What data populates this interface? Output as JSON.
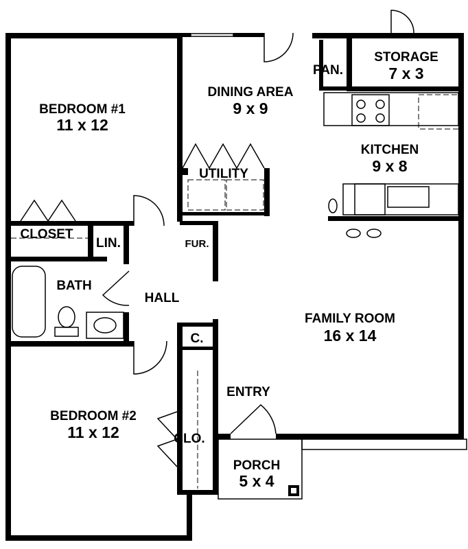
{
  "plan": {
    "rooms": {
      "bedroom1": {
        "name": "BEDROOM #1",
        "size": "11 x 12"
      },
      "dining": {
        "name": "DINING AREA",
        "size": "9 x 9"
      },
      "pantry": {
        "name": "PAN."
      },
      "storage": {
        "name": "STORAGE",
        "size": "7 x 3"
      },
      "kitchen": {
        "name": "KITCHEN",
        "size": "9 x 8"
      },
      "utility": {
        "name": "UTILITY"
      },
      "closet": {
        "name": "CLOSET"
      },
      "linen": {
        "name": "LIN."
      },
      "furnace": {
        "name": "FUR."
      },
      "bath": {
        "name": "BATH"
      },
      "hall": {
        "name": "HALL"
      },
      "family": {
        "name": "FAMILY ROOM",
        "size": "16 x 14"
      },
      "coat": {
        "name": "C."
      },
      "entry": {
        "name": "ENTRY"
      },
      "bedroom2": {
        "name": "BEDROOM #2",
        "size": "11 x 12"
      },
      "closet2": {
        "name": "CLO."
      },
      "porch": {
        "name": "PORCH",
        "size": "5 x 4"
      }
    }
  }
}
